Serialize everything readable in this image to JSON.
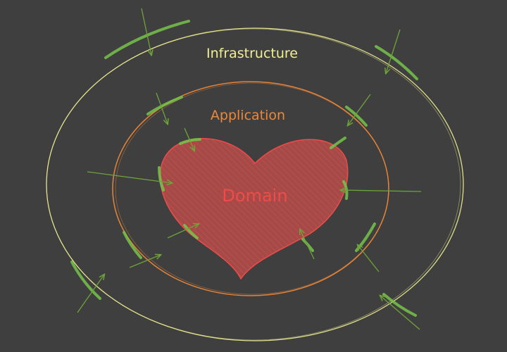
{
  "diagram": {
    "layers": [
      {
        "id": "infrastructure",
        "label": "Infrastructure",
        "color": "#f2ef92"
      },
      {
        "id": "application",
        "label": "Application",
        "color": "#ee8838"
      },
      {
        "id": "domain",
        "label": "Domain",
        "color": "#ef4b49",
        "shape": "heart",
        "fill": "#a74947"
      }
    ],
    "arrow_color": "#6ea33a",
    "highlight_color": "#77c44a",
    "background": "#3f3f3f"
  }
}
